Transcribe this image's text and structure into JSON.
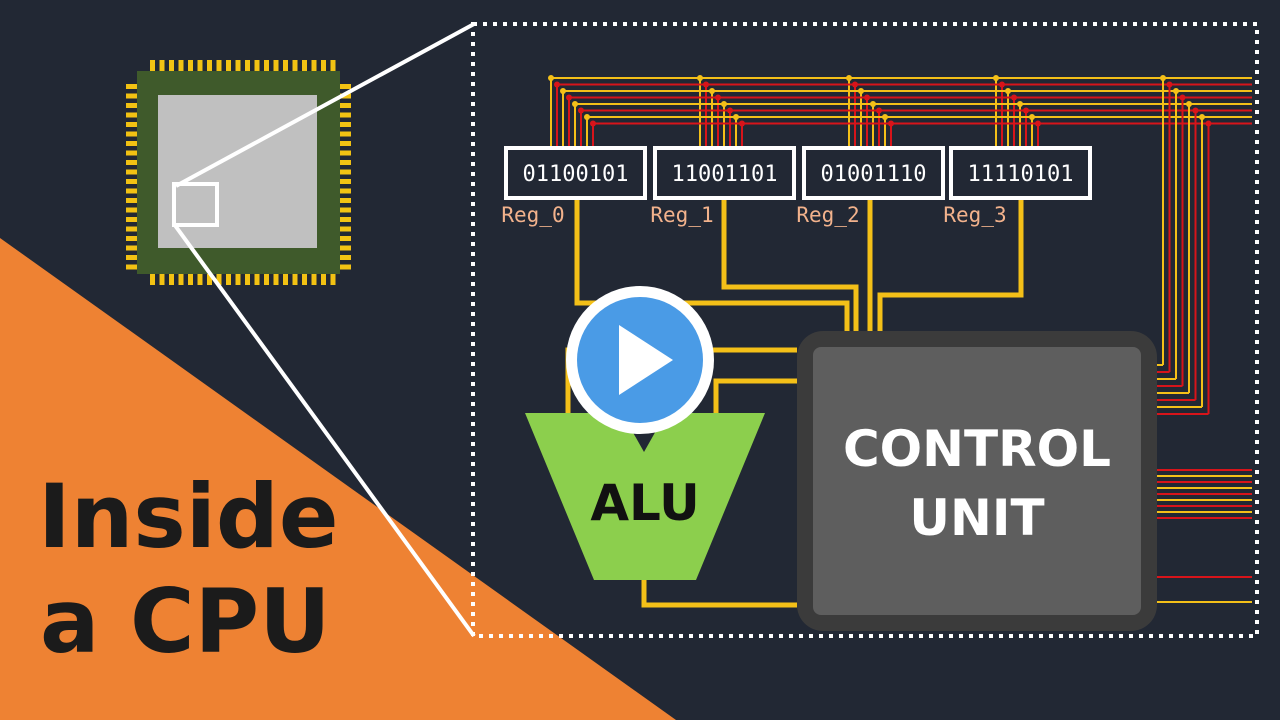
{
  "registers": [
    {
      "name": "Reg_0",
      "value": "01100101"
    },
    {
      "name": "Reg_1",
      "value": "11001101"
    },
    {
      "name": "Reg_2",
      "value": "01001110"
    },
    {
      "name": "Reg_3",
      "value": "11110101"
    }
  ],
  "alu": {
    "label": "ALU"
  },
  "control_unit": {
    "line1": "CONTROL",
    "line2": "UNIT"
  },
  "title": {
    "line1": "Inside",
    "line2": "a CPU"
  },
  "play_button": {
    "icon": "play-icon"
  },
  "colors": {
    "background": "#222834",
    "accent_orange": "#ee8233",
    "bus_yellow": "#f4c018",
    "bus_red": "#d8141a",
    "alu_green": "#8ccf4d",
    "chip_green": "#3f5a2b",
    "chip_pins": "#f2c213",
    "control_unit": "#5e5e5e",
    "play_blue": "#4a9be6"
  }
}
